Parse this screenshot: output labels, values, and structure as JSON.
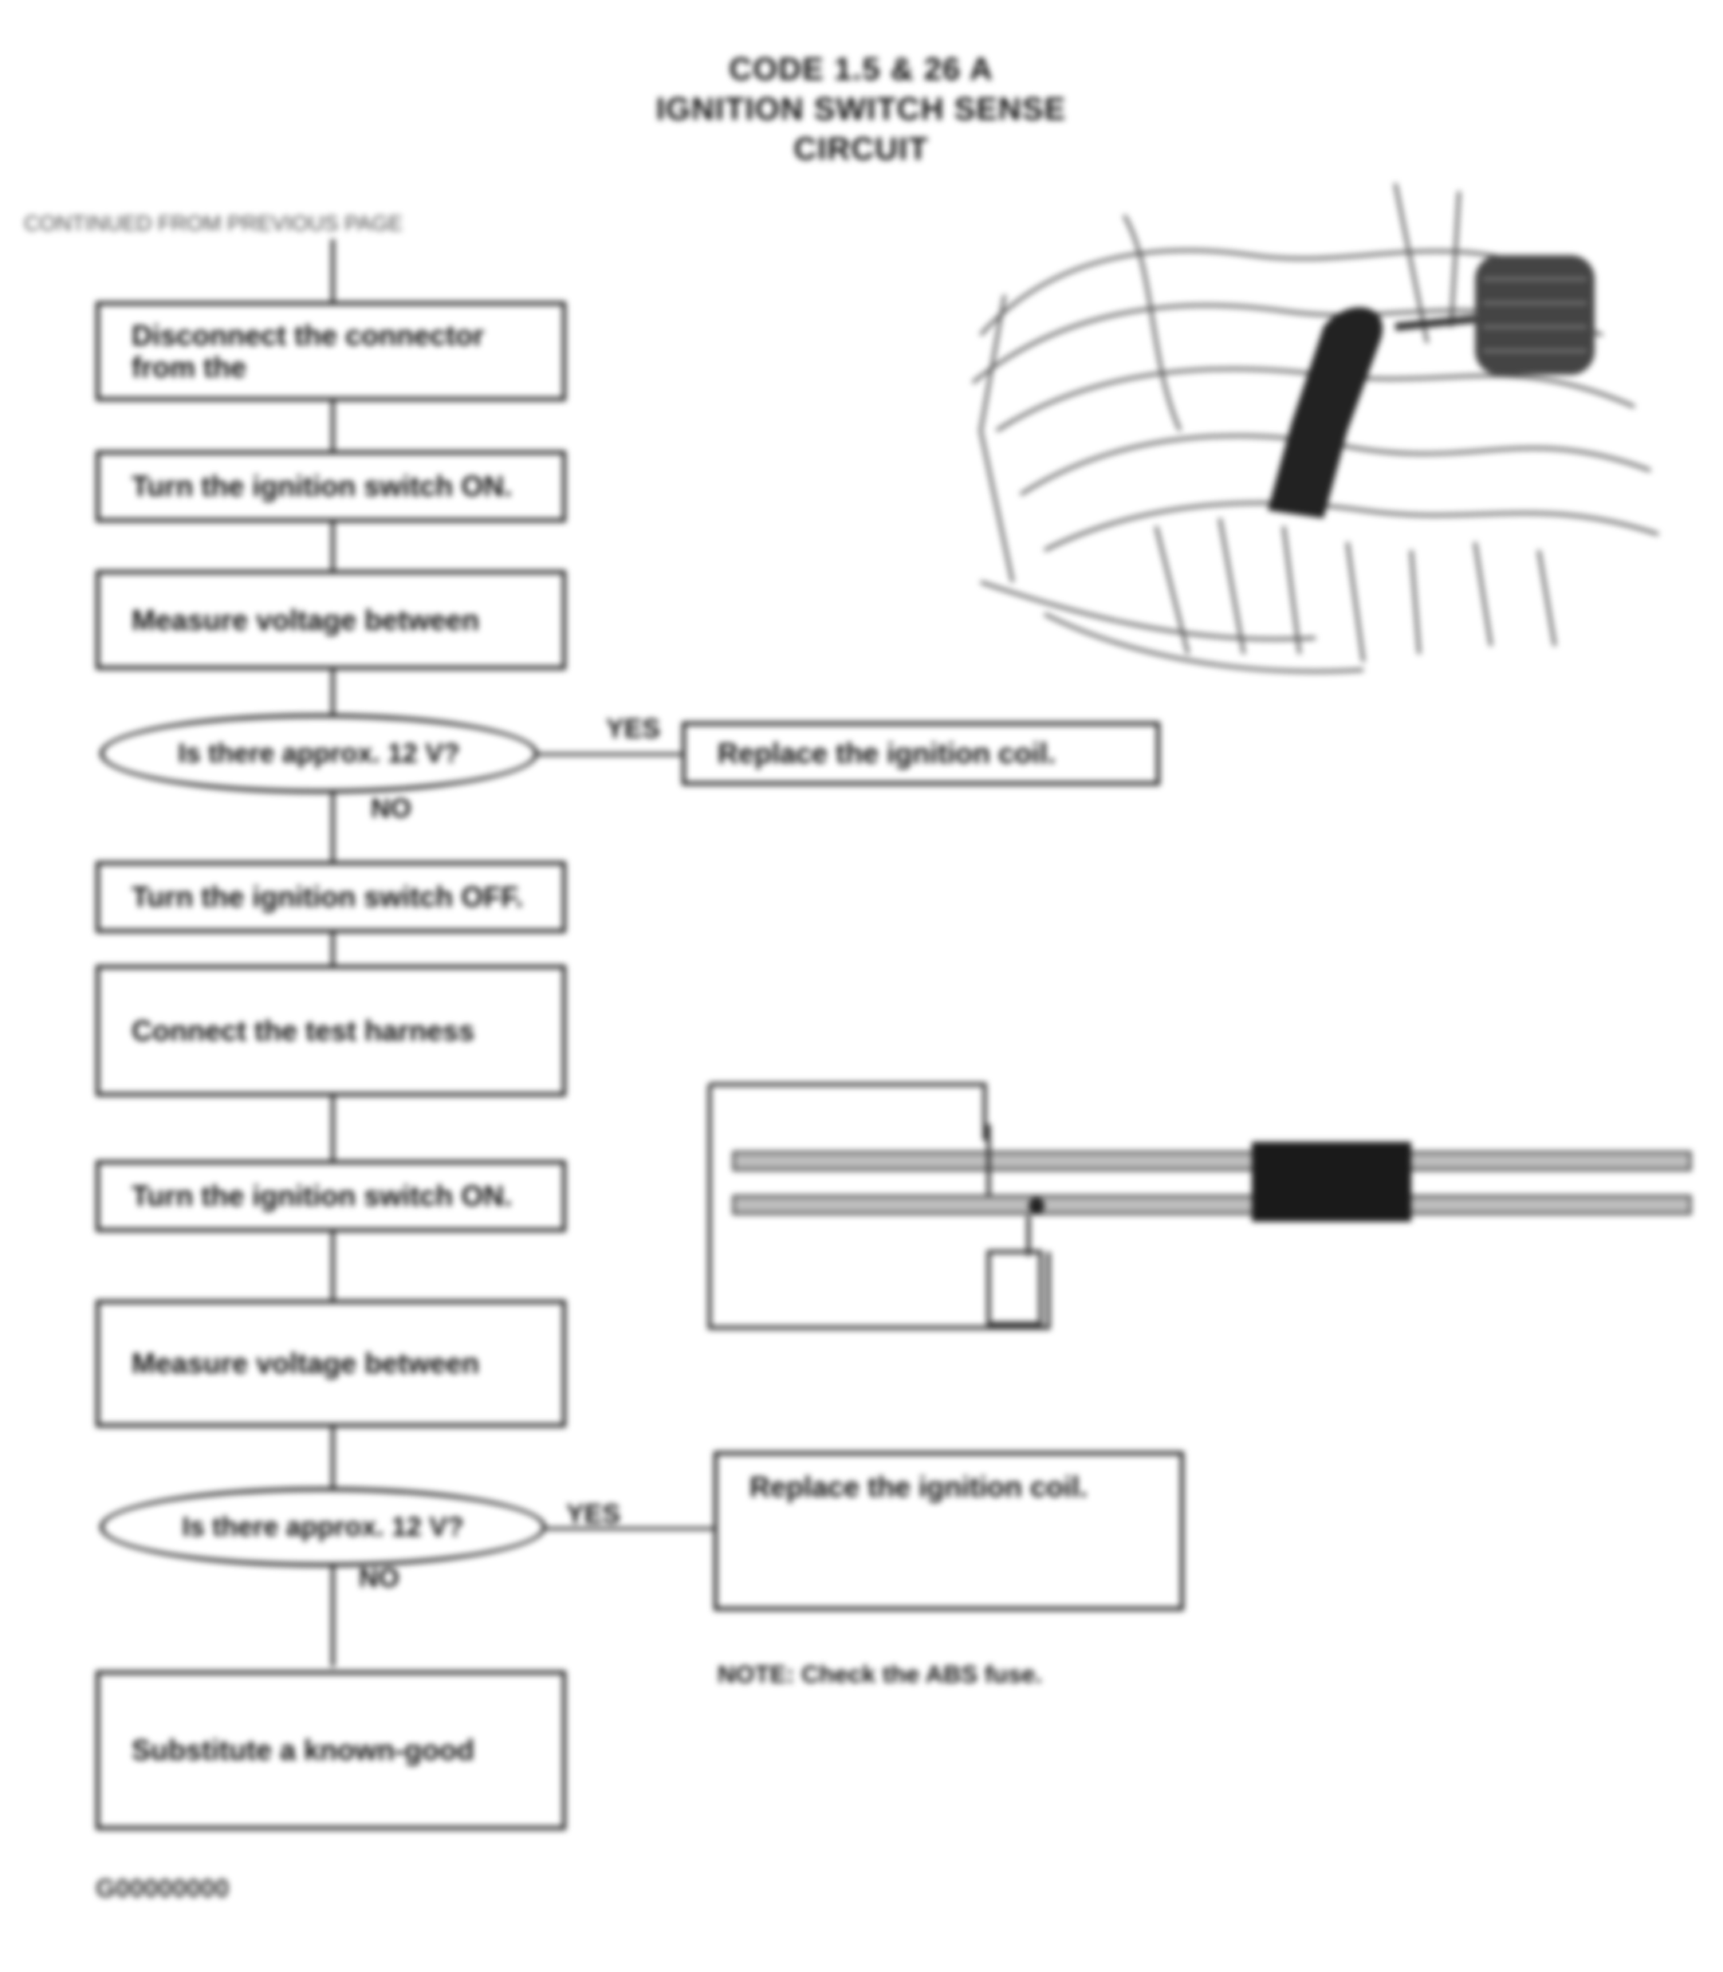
{
  "title": {
    "line1": "CODE 1.5 & 26 A",
    "line2": "IGNITION SWITCH SENSE",
    "line3": "CIRCUIT"
  },
  "intro": "CONTINUED FROM PREVIOUS PAGE",
  "steps": [
    {
      "text": "Disconnect the connector from the"
    },
    {
      "text": "Turn the ignition switch ON."
    },
    {
      "text": "Measure voltage between"
    },
    {
      "text": "Turn the ignition switch OFF."
    },
    {
      "text": "Connect the test harness"
    },
    {
      "text": "Turn the ignition switch ON."
    },
    {
      "text": "Measure voltage between"
    },
    {
      "text": "Substitute a known-good"
    }
  ],
  "decisions": [
    {
      "text": "Is there approx. 12 V?"
    },
    {
      "text": "Is there approx. 12 V?"
    }
  ],
  "branches": {
    "yes1": "YES",
    "no1": "NO",
    "yes2": "YES",
    "no2": "NO"
  },
  "side_boxes": [
    {
      "text": "Replace the ignition coil."
    },
    {
      "text": "Replace the ignition coil."
    }
  ],
  "note": "NOTE: Check the ABS fuse.",
  "footer": "G00000000",
  "connector_labels": {
    "top": "",
    "mid_left": "",
    "mid_right": "",
    "bottom": ""
  }
}
